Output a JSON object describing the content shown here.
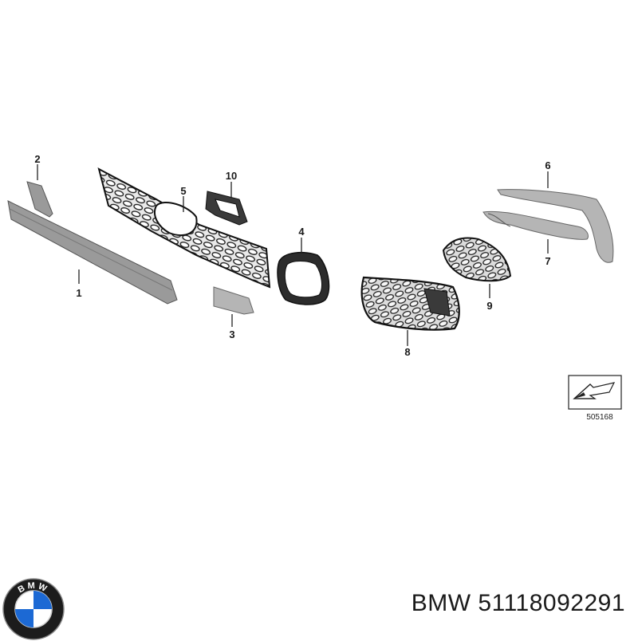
{
  "diagram": {
    "callouts": [
      "1",
      "2",
      "3",
      "4",
      "5",
      "6",
      "7",
      "8",
      "9",
      "10"
    ],
    "reference_number": "505168"
  },
  "caption": {
    "brand": "BMW",
    "part_number": "51118092291"
  },
  "logo": {
    "lettering": "BMW",
    "colors": {
      "ring": "#1c1c1c",
      "blue": "#1c69d4",
      "white": "#ffffff"
    }
  }
}
